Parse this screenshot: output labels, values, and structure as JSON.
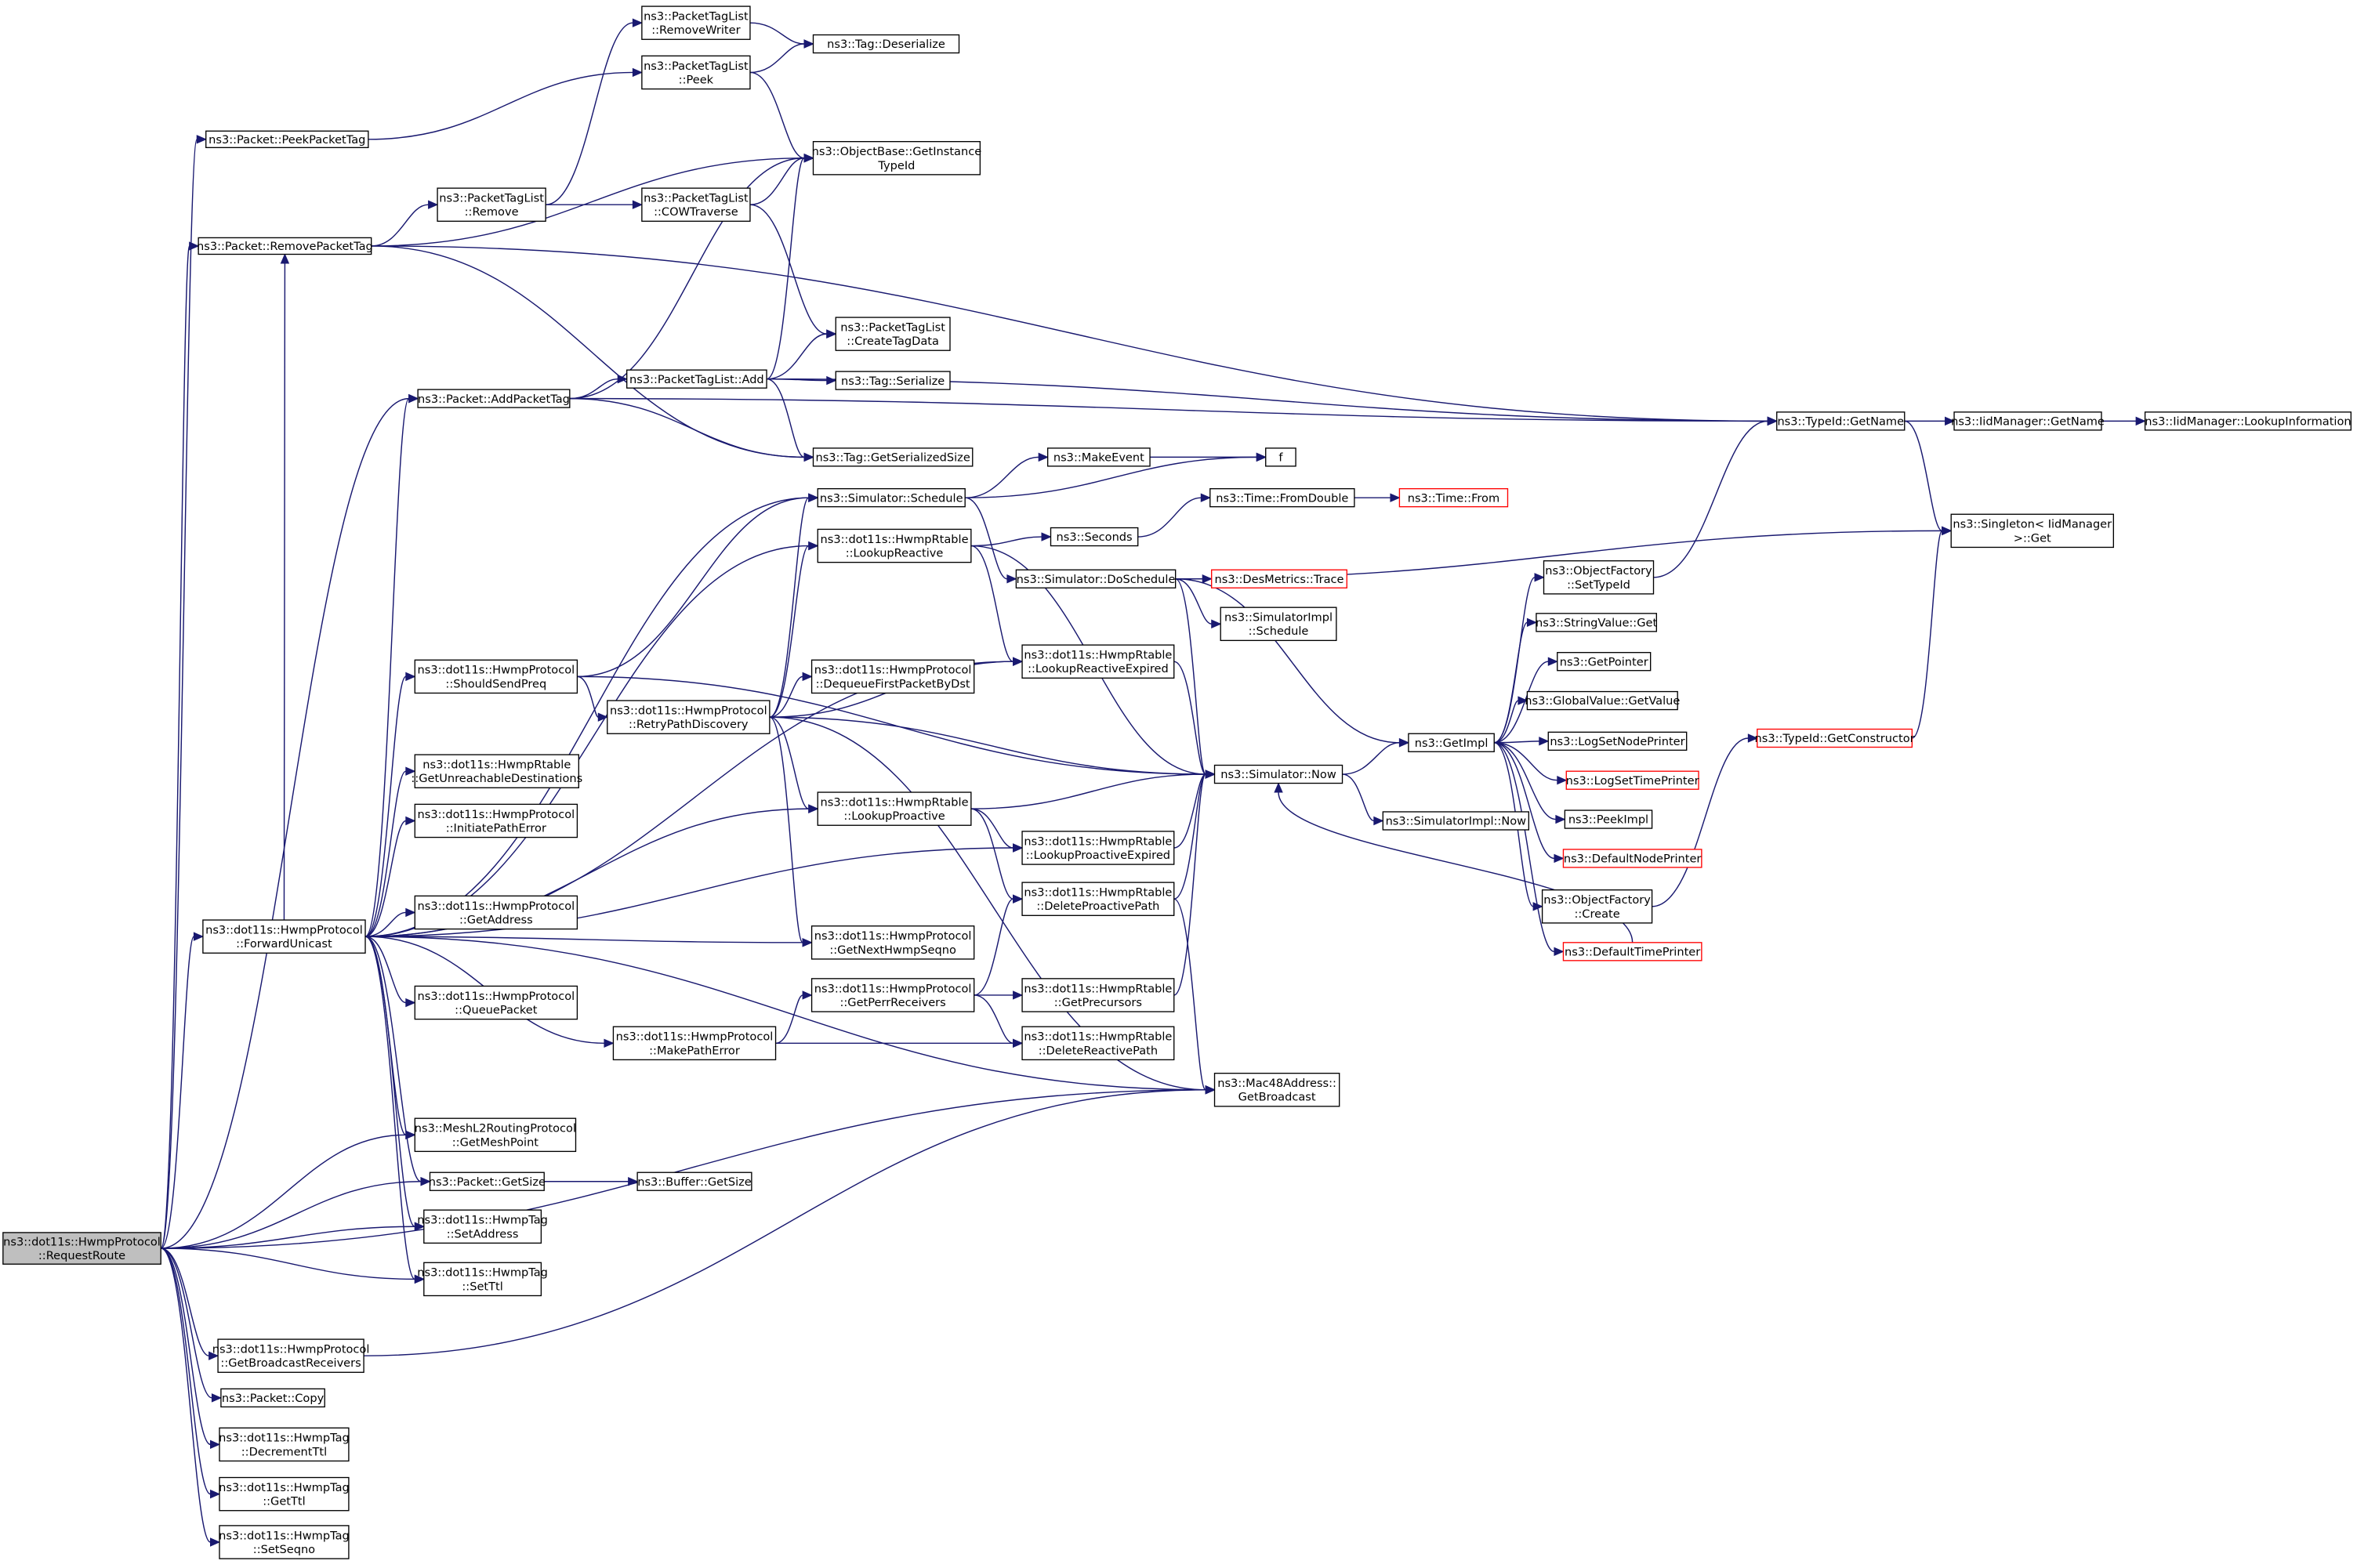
{
  "graph": {
    "title": "Call graph of ns3::dot11s::HwmpProtocol::RequestRoute",
    "colors": {
      "edge": "#191970",
      "root_fill": "#bfbfbf",
      "missing_border": "#ff0000",
      "border": "#000000"
    },
    "nodes": [
      {
        "id": "RequestRoute",
        "lines": [
          "ns3::dot11s::HwmpProtocol",
          "::RequestRoute"
        ],
        "kind": "root"
      },
      {
        "id": "PeekPacketTag",
        "lines": [
          "ns3::Packet::PeekPacketTag"
        ]
      },
      {
        "id": "RemovePacketTag",
        "lines": [
          "ns3::Packet::RemovePacketTag"
        ]
      },
      {
        "id": "RemoveWriter",
        "lines": [
          "ns3::PacketTagList",
          "::RemoveWriter"
        ]
      },
      {
        "id": "PTLPeek",
        "lines": [
          "ns3::PacketTagList",
          "::Peek"
        ]
      },
      {
        "id": "TagDeserialize",
        "lines": [
          "ns3::Tag::Deserialize"
        ]
      },
      {
        "id": "GetInstanceTypeId",
        "lines": [
          "ns3::ObjectBase::GetInstance",
          "TypeId"
        ]
      },
      {
        "id": "PTLRemove",
        "lines": [
          "ns3::PacketTagList",
          "::Remove"
        ]
      },
      {
        "id": "COWTraverse",
        "lines": [
          "ns3::PacketTagList",
          "::COWTraverse"
        ]
      },
      {
        "id": "CreateTagData",
        "lines": [
          "ns3::PacketTagList",
          "::CreateTagData"
        ]
      },
      {
        "id": "TagSerialize",
        "lines": [
          "ns3::Tag::Serialize"
        ]
      },
      {
        "id": "GetSerializedSize",
        "lines": [
          "ns3::Tag::GetSerializedSize"
        ]
      },
      {
        "id": "AddPacketTag",
        "lines": [
          "ns3::Packet::AddPacketTag"
        ]
      },
      {
        "id": "PTLAdd",
        "lines": [
          "ns3::PacketTagList::Add"
        ]
      },
      {
        "id": "MakeEvent",
        "lines": [
          "ns3::MakeEvent"
        ]
      },
      {
        "id": "f",
        "lines": [
          "f"
        ]
      },
      {
        "id": "Schedule",
        "lines": [
          "ns3::Simulator::Schedule"
        ]
      },
      {
        "id": "FromDouble",
        "lines": [
          "ns3::Time::FromDouble"
        ]
      },
      {
        "id": "TimeFrom",
        "lines": [
          "ns3::Time::From"
        ],
        "kind": "missing"
      },
      {
        "id": "LookupReactive",
        "lines": [
          "ns3::dot11s::HwmpRtable",
          "::LookupReactive"
        ]
      },
      {
        "id": "Seconds",
        "lines": [
          "ns3::Seconds"
        ]
      },
      {
        "id": "DoSchedule",
        "lines": [
          "ns3::Simulator::DoSchedule"
        ]
      },
      {
        "id": "DesTrace",
        "lines": [
          "ns3::DesMetrics::Trace"
        ],
        "kind": "missing"
      },
      {
        "id": "ImplSchedule",
        "lines": [
          "ns3::SimulatorImpl",
          "::Schedule"
        ]
      },
      {
        "id": "LookupReactiveExpired",
        "lines": [
          "ns3::dot11s::HwmpRtable",
          "::LookupReactiveExpired"
        ]
      },
      {
        "id": "ShouldSendPreq",
        "lines": [
          "ns3::dot11s::HwmpProtocol",
          "::ShouldSendPreq"
        ]
      },
      {
        "id": "RetryPathDiscovery",
        "lines": [
          "ns3::dot11s::HwmpProtocol",
          "::RetryPathDiscovery"
        ]
      },
      {
        "id": "DequeueFirst",
        "lines": [
          "ns3::dot11s::HwmpProtocol",
          "::DequeueFirstPacketByDst"
        ]
      },
      {
        "id": "GetUnreachable",
        "lines": [
          "ns3::dot11s::HwmpRtable",
          "::GetUnreachableDestinations"
        ]
      },
      {
        "id": "InitiatePathError",
        "lines": [
          "ns3::dot11s::HwmpProtocol",
          "::InitiatePathError"
        ]
      },
      {
        "id": "LookupProactive",
        "lines": [
          "ns3::dot11s::HwmpRtable",
          "::LookupProactive"
        ]
      },
      {
        "id": "SimNow",
        "lines": [
          "ns3::Simulator::Now"
        ]
      },
      {
        "id": "GetImpl",
        "lines": [
          "ns3::GetImpl"
        ]
      },
      {
        "id": "ImplNow",
        "lines": [
          "ns3::SimulatorImpl::Now"
        ]
      },
      {
        "id": "LookupProactiveExpired",
        "lines": [
          "ns3::dot11s::HwmpRtable",
          "::LookupProactiveExpired"
        ]
      },
      {
        "id": "DeleteProactivePath",
        "lines": [
          "ns3::dot11s::HwmpRtable",
          "::DeleteProactivePath"
        ]
      },
      {
        "id": "GetAddress",
        "lines": [
          "ns3::dot11s::HwmpProtocol",
          "::GetAddress"
        ]
      },
      {
        "id": "ForwardUnicast",
        "lines": [
          "ns3::dot11s::HwmpProtocol",
          "::ForwardUnicast"
        ]
      },
      {
        "id": "GetNextHwmpSeqno",
        "lines": [
          "ns3::dot11s::HwmpProtocol",
          "::GetNextHwmpSeqno"
        ]
      },
      {
        "id": "QueuePacket",
        "lines": [
          "ns3::dot11s::HwmpProtocol",
          "::QueuePacket"
        ]
      },
      {
        "id": "GetPerrReceivers",
        "lines": [
          "ns3::dot11s::HwmpProtocol",
          "::GetPerrReceivers"
        ]
      },
      {
        "id": "GetPrecursors",
        "lines": [
          "ns3::dot11s::HwmpRtable",
          "::GetPrecursors"
        ]
      },
      {
        "id": "MakePathError",
        "lines": [
          "ns3::dot11s::HwmpProtocol",
          "::MakePathError"
        ]
      },
      {
        "id": "DeleteReactivePath",
        "lines": [
          "ns3::dot11s::HwmpRtable",
          "::DeleteReactivePath"
        ]
      },
      {
        "id": "GetBroadcast",
        "lines": [
          "ns3::Mac48Address::",
          "GetBroadcast"
        ]
      },
      {
        "id": "GetMeshPoint",
        "lines": [
          "ns3::MeshL2RoutingProtocol",
          "::GetMeshPoint"
        ]
      },
      {
        "id": "PacketGetSize",
        "lines": [
          "ns3::Packet::GetSize"
        ]
      },
      {
        "id": "BufferGetSize",
        "lines": [
          "ns3::Buffer::GetSize"
        ]
      },
      {
        "id": "SetAddress",
        "lines": [
          "ns3::dot11s::HwmpTag",
          "::SetAddress"
        ]
      },
      {
        "id": "SetTtl",
        "lines": [
          "ns3::dot11s::HwmpTag",
          "::SetTtl"
        ]
      },
      {
        "id": "GetBroadcastReceivers",
        "lines": [
          "ns3::dot11s::HwmpProtocol",
          "::GetBroadcastReceivers"
        ]
      },
      {
        "id": "PacketCopy",
        "lines": [
          "ns3::Packet::Copy"
        ]
      },
      {
        "id": "DecrementTtl",
        "lines": [
          "ns3::dot11s::HwmpTag",
          "::DecrementTtl"
        ]
      },
      {
        "id": "GetTtl",
        "lines": [
          "ns3::dot11s::HwmpTag",
          "::GetTtl"
        ]
      },
      {
        "id": "SetSeqno",
        "lines": [
          "ns3::dot11s::HwmpTag",
          "::SetSeqno"
        ]
      },
      {
        "id": "TypeIdGetName",
        "lines": [
          "ns3::TypeId::GetName"
        ]
      },
      {
        "id": "IidGetName",
        "lines": [
          "ns3::IidManager::GetName"
        ]
      },
      {
        "id": "LookupInformation",
        "lines": [
          "ns3::IidManager::LookupInformation"
        ]
      },
      {
        "id": "SingletonGet",
        "lines": [
          "ns3::Singleton< IidManager",
          ">::Get"
        ]
      },
      {
        "id": "SetTypeId",
        "lines": [
          "ns3::ObjectFactory",
          "::SetTypeId"
        ]
      },
      {
        "id": "StringValueGet",
        "lines": [
          "ns3::StringValue::Get"
        ]
      },
      {
        "id": "GetPointer",
        "lines": [
          "ns3::GetPointer"
        ]
      },
      {
        "id": "GlobalGetValue",
        "lines": [
          "ns3::GlobalValue::GetValue"
        ]
      },
      {
        "id": "LogSetNodePrinter",
        "lines": [
          "ns3::LogSetNodePrinter"
        ]
      },
      {
        "id": "LogSetTimePrinter",
        "lines": [
          "ns3::LogSetTimePrinter"
        ],
        "kind": "missing"
      },
      {
        "id": "GetConstructor",
        "lines": [
          "ns3::TypeId::GetConstructor"
        ],
        "kind": "missing"
      },
      {
        "id": "PeekImpl",
        "lines": [
          "ns3::PeekImpl"
        ]
      },
      {
        "id": "DefaultNodePrinter",
        "lines": [
          "ns3::DefaultNodePrinter"
        ],
        "kind": "missing"
      },
      {
        "id": "ObjectFactoryCreate",
        "lines": [
          "ns3::ObjectFactory",
          "::Create"
        ]
      },
      {
        "id": "DefaultTimePrinter",
        "lines": [
          "ns3::DefaultTimePrinter"
        ],
        "kind": "missing"
      }
    ],
    "edges": [
      [
        "RequestRoute",
        "PeekPacketTag"
      ],
      [
        "RequestRoute",
        "RemovePacketTag"
      ],
      [
        "RequestRoute",
        "AddPacketTag"
      ],
      [
        "RequestRoute",
        "ForwardUnicast"
      ],
      [
        "RequestRoute",
        "GetMeshPoint"
      ],
      [
        "RequestRoute",
        "PacketGetSize"
      ],
      [
        "RequestRoute",
        "SetAddress"
      ],
      [
        "RequestRoute",
        "SetTtl"
      ],
      [
        "RequestRoute",
        "GetBroadcast"
      ],
      [
        "RequestRoute",
        "GetBroadcastReceivers"
      ],
      [
        "RequestRoute",
        "PacketCopy"
      ],
      [
        "RequestRoute",
        "DecrementTtl"
      ],
      [
        "RequestRoute",
        "GetTtl"
      ],
      [
        "RequestRoute",
        "SetSeqno"
      ],
      [
        "PeekPacketTag",
        "PTLPeek"
      ],
      [
        "RemovePacketTag",
        "GetInstanceTypeId"
      ],
      [
        "RemovePacketTag",
        "PTLRemove"
      ],
      [
        "RemovePacketTag",
        "TypeIdGetName"
      ],
      [
        "RemovePacketTag",
        "GetSerializedSize"
      ],
      [
        "PTLRemove",
        "RemoveWriter"
      ],
      [
        "PTLRemove",
        "COWTraverse"
      ],
      [
        "RemoveWriter",
        "TagDeserialize"
      ],
      [
        "PTLPeek",
        "TagDeserialize"
      ],
      [
        "PTLPeek",
        "GetInstanceTypeId"
      ],
      [
        "COWTraverse",
        "GetInstanceTypeId"
      ],
      [
        "COWTraverse",
        "CreateTagData"
      ],
      [
        "AddPacketTag",
        "GetInstanceTypeId"
      ],
      [
        "AddPacketTag",
        "PTLAdd"
      ],
      [
        "AddPacketTag",
        "TypeIdGetName"
      ],
      [
        "AddPacketTag",
        "GetSerializedSize"
      ],
      [
        "PTLAdd",
        "GetInstanceTypeId"
      ],
      [
        "PTLAdd",
        "CreateTagData"
      ],
      [
        "PTLAdd",
        "TagSerialize"
      ],
      [
        "PTLAdd",
        "TypeIdGetName"
      ],
      [
        "PTLAdd",
        "GetSerializedSize"
      ],
      [
        "Schedule",
        "MakeEvent"
      ],
      [
        "Schedule",
        "f"
      ],
      [
        "Schedule",
        "DoSchedule"
      ],
      [
        "MakeEvent",
        "f"
      ],
      [
        "LookupReactive",
        "Seconds"
      ],
      [
        "LookupReactive",
        "LookupReactiveExpired"
      ],
      [
        "LookupReactive",
        "SimNow"
      ],
      [
        "Seconds",
        "FromDouble"
      ],
      [
        "FromDouble",
        "TimeFrom"
      ],
      [
        "DoSchedule",
        "DesTrace"
      ],
      [
        "DoSchedule",
        "ImplSchedule"
      ],
      [
        "DoSchedule",
        "SimNow"
      ],
      [
        "DoSchedule",
        "GetImpl"
      ],
      [
        "DoSchedule",
        "SingletonGet"
      ],
      [
        "LookupReactiveExpired",
        "SimNow"
      ],
      [
        "ShouldSendPreq",
        "Schedule"
      ],
      [
        "ShouldSendPreq",
        "RetryPathDiscovery"
      ],
      [
        "ShouldSendPreq",
        "SimNow"
      ],
      [
        "RetryPathDiscovery",
        "Schedule"
      ],
      [
        "RetryPathDiscovery",
        "LookupReactive"
      ],
      [
        "RetryPathDiscovery",
        "LookupReactiveExpired"
      ],
      [
        "RetryPathDiscovery",
        "DequeueFirst"
      ],
      [
        "RetryPathDiscovery",
        "SimNow"
      ],
      [
        "RetryPathDiscovery",
        "LookupProactive"
      ],
      [
        "RetryPathDiscovery",
        "GetNextHwmpSeqno"
      ],
      [
        "RetryPathDiscovery",
        "GetBroadcast"
      ],
      [
        "LookupProactive",
        "SimNow"
      ],
      [
        "LookupProactive",
        "LookupProactiveExpired"
      ],
      [
        "LookupProactive",
        "DeleteProactivePath"
      ],
      [
        "LookupProactiveExpired",
        "SimNow"
      ],
      [
        "DeleteProactivePath",
        "SimNow"
      ],
      [
        "DeleteProactivePath",
        "GetBroadcast"
      ],
      [
        "SimNow",
        "GetImpl"
      ],
      [
        "SimNow",
        "ImplNow"
      ],
      [
        "GetImpl",
        "SetTypeId"
      ],
      [
        "GetImpl",
        "StringValueGet"
      ],
      [
        "GetImpl",
        "GetPointer"
      ],
      [
        "GetImpl",
        "GlobalGetValue"
      ],
      [
        "GetImpl",
        "LogSetNodePrinter"
      ],
      [
        "GetImpl",
        "LogSetTimePrinter"
      ],
      [
        "GetImpl",
        "PeekImpl"
      ],
      [
        "GetImpl",
        "DefaultNodePrinter"
      ],
      [
        "GetImpl",
        "ObjectFactoryCreate"
      ],
      [
        "GetImpl",
        "DefaultTimePrinter"
      ],
      [
        "DefaultTimePrinter",
        "SimNow"
      ],
      [
        "SetTypeId",
        "TypeIdGetName"
      ],
      [
        "ObjectFactoryCreate",
        "GetConstructor"
      ],
      [
        "GetConstructor",
        "SingletonGet"
      ],
      [
        "TypeIdGetName",
        "IidGetName"
      ],
      [
        "TypeIdGetName",
        "SingletonGet"
      ],
      [
        "IidGetName",
        "LookupInformation"
      ],
      [
        "ForwardUnicast",
        "RemovePacketTag"
      ],
      [
        "ForwardUnicast",
        "AddPacketTag"
      ],
      [
        "ForwardUnicast",
        "Schedule"
      ],
      [
        "ForwardUnicast",
        "LookupReactive"
      ],
      [
        "ForwardUnicast",
        "LookupReactiveExpired"
      ],
      [
        "ForwardUnicast",
        "ShouldSendPreq"
      ],
      [
        "ForwardUnicast",
        "GetUnreachable"
      ],
      [
        "ForwardUnicast",
        "InitiatePathError"
      ],
      [
        "ForwardUnicast",
        "LookupProactive"
      ],
      [
        "ForwardUnicast",
        "LookupProactiveExpired"
      ],
      [
        "ForwardUnicast",
        "GetAddress"
      ],
      [
        "ForwardUnicast",
        "GetNextHwmpSeqno"
      ],
      [
        "ForwardUnicast",
        "QueuePacket"
      ],
      [
        "ForwardUnicast",
        "MakePathError"
      ],
      [
        "ForwardUnicast",
        "GetBroadcast"
      ],
      [
        "ForwardUnicast",
        "GetMeshPoint"
      ],
      [
        "ForwardUnicast",
        "PacketGetSize"
      ],
      [
        "ForwardUnicast",
        "SetAddress"
      ],
      [
        "ForwardUnicast",
        "SetTtl"
      ],
      [
        "MakePathError",
        "GetPerrReceivers"
      ],
      [
        "MakePathError",
        "DeleteReactivePath"
      ],
      [
        "GetPerrReceivers",
        "DeleteProactivePath"
      ],
      [
        "GetPerrReceivers",
        "GetPrecursors"
      ],
      [
        "GetPerrReceivers",
        "DeleteReactivePath"
      ],
      [
        "GetPrecursors",
        "SimNow"
      ],
      [
        "PacketGetSize",
        "BufferGetSize"
      ],
      [
        "GetBroadcastReceivers",
        "GetBroadcast"
      ]
    ]
  }
}
